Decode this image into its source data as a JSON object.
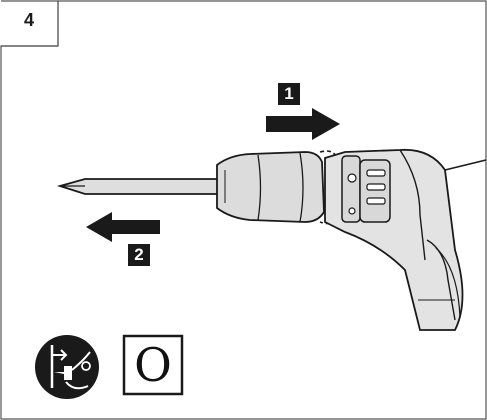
{
  "figure": {
    "step_number": "4",
    "arrow_badges": [
      {
        "label": "1",
        "direction": "right"
      },
      {
        "label": "2",
        "direction": "left"
      }
    ],
    "symbols": {
      "unplug_icon": "unplug-before-service-icon",
      "mode_letter": "O"
    },
    "colors": {
      "ink": "#1a1a1a",
      "tool_gray": "#dcdcdc",
      "background": "#ffffff"
    }
  }
}
